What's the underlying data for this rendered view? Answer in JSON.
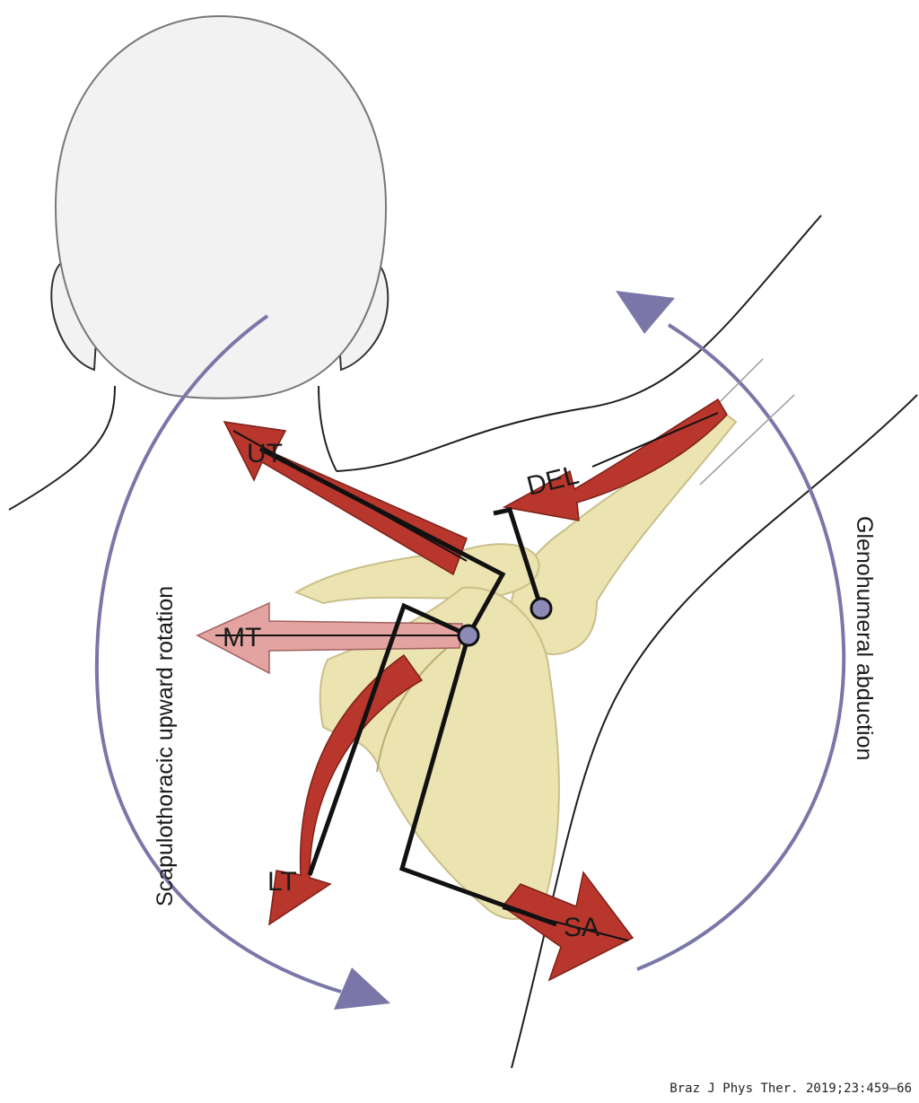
{
  "figure": {
    "muscles": [
      {
        "id": "ut",
        "label": "UT"
      },
      {
        "id": "mt",
        "label": "MT"
      },
      {
        "id": "lt",
        "label": "LT"
      },
      {
        "id": "sa",
        "label": "SA"
      },
      {
        "id": "del",
        "label": "DEL"
      }
    ],
    "rotation_left": "Scapulothoracic upward rotation",
    "rotation_right": "Glenohumeral abduction",
    "colors": {
      "muscle": "#b8362c",
      "muscle_light": "#e3a3a0",
      "bone": "#ece4b0",
      "arrow": "#7a77a8",
      "head": "#f1f1f1"
    }
  },
  "citation": "Braz J Phys Ther. 2019;23:459–66"
}
